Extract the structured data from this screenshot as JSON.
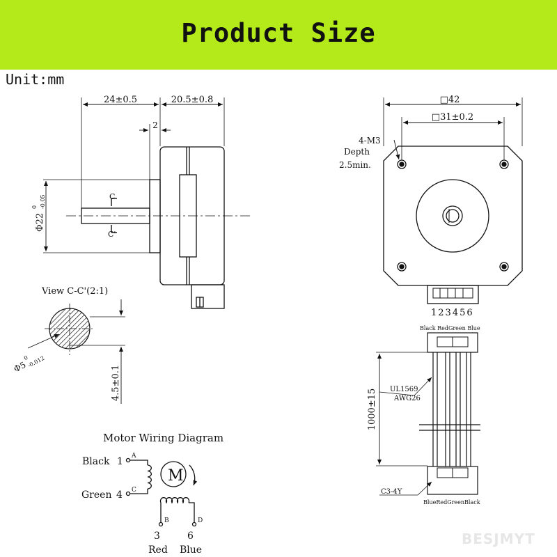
{
  "banner": {
    "title": "Product Size",
    "color": "#b4ea1a"
  },
  "unit": "Unit:mm",
  "side_view": {
    "dim_shaft_length": "24±0.5",
    "dim_body_length": "20.5±0.8",
    "dim_flange": "2",
    "dim_shaft_diameter": "Φ22",
    "dim_shaft_diameter_tol_upper": "0",
    "dim_shaft_diameter_tol_lower": "-0.05",
    "section_mark_top": "C",
    "section_mark_bottom": "C'"
  },
  "section_view": {
    "title": "View C-C'(2:1)",
    "dim_diameter": "Φ5",
    "dim_diameter_tol_upper": "0",
    "dim_diameter_tol_lower": "-0.012",
    "dim_flat": "4.5±0.1"
  },
  "front_view": {
    "dim_outer": "□42",
    "dim_holes": "□31±0.2",
    "hole_label_line1": "4-M3",
    "hole_label_line2": "Depth",
    "hole_label_line3": "2.5min.",
    "pin_numbers": "123456"
  },
  "cable": {
    "top_colors": "Black RedGreen Blue",
    "wire_type_line1": "UL1569",
    "wire_type_line2": "AWG26",
    "length": "1000±15",
    "connector": "C3-4Y",
    "bottom_colors": "BlueRedGreenBlack"
  },
  "wiring": {
    "title": "Motor Wiring Diagram",
    "wire1_name": "Black",
    "wire1_num": "1",
    "wire1_term": "A",
    "wire2_name": "Green",
    "wire2_num": "4",
    "wire2_term": "C",
    "wire3_term": "B",
    "wire3_num": "3",
    "wire3_name": "Red",
    "wire4_term": "D",
    "wire4_num": "6",
    "wire4_name": "Blue",
    "motor_symbol": "M"
  },
  "watermark": "BESJMYT"
}
